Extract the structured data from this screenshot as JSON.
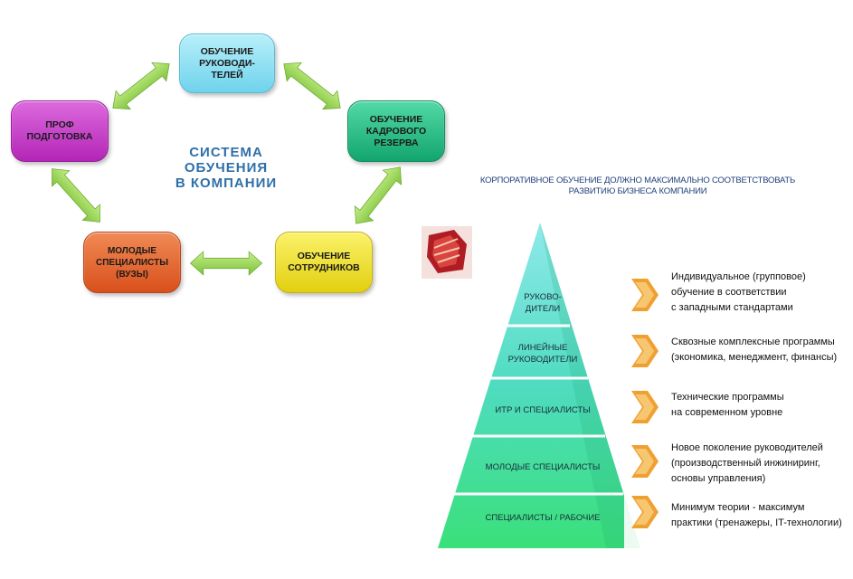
{
  "cycle": {
    "center_title": "СИСТЕМА\nОБУЧЕНИЯ\nВ КОМПАНИИ",
    "nodes": {
      "managers": "ОБУЧЕНИЕ\nРУКОВОДИ-\nТЕЛЕЙ",
      "reserve": "ОБУЧЕНИЕ\nКАДРОВОГО\nРЕЗЕРВА",
      "employees": "ОБУЧЕНИЕ\nСОТРУДНИКОВ",
      "young": "МОЛОДЫЕ\nСПЕЦИАЛИСТЫ\n(ВУЗЫ)",
      "prof": "ПРОФ\nПОДГОТОВКА"
    },
    "colors": {
      "managers": "#8ee0f2",
      "reserve": "#1fc08a",
      "employees": "#f4e62a",
      "young": "#e8642c",
      "prof": "#c63ac8",
      "arrow": "#9fd94a",
      "title": "#2f6fa8"
    }
  },
  "pyramid": {
    "header": "КОРПОРАТИВНОЕ ОБУЧЕНИЕ ДОЛЖНО МАКСИМАЛЬНО СООТВЕТСТВОВАТЬ\nРАЗВИТИЮ БИЗНЕСА КОМПАНИИ",
    "levels": [
      {
        "label": "РУКОВО-\nДИТЕЛИ",
        "description": "Индивидуальное (групповое)\nобучение в соответствии\nс западными стандартами"
      },
      {
        "label": "ЛИНЕЙНЫЕ\nРУКОВОДИТЕЛИ",
        "description": "Сквозные комплексные программы\n(экономика, менеджмент, финансы)"
      },
      {
        "label": "ИТР И СПЕЦИАЛИСТЫ",
        "description": "Технические программы\nна современном уровне"
      },
      {
        "label": "МОЛОДЫЕ СПЕЦИАЛИСТЫ",
        "description": "Новое поколение руководителей\n(производственный инжиниринг,\nосновы управления)"
      },
      {
        "label": "СПЕЦИАЛИСТЫ / РАБОЧИЕ",
        "description": "Минимум теории - максимум\nпрактики (тренажеры, IT-технологии)"
      }
    ],
    "colors": {
      "top": "#7fe6e8",
      "bottom": "#3be07a",
      "arrow": "#f0a030",
      "header": "#1f3f7a"
    }
  }
}
